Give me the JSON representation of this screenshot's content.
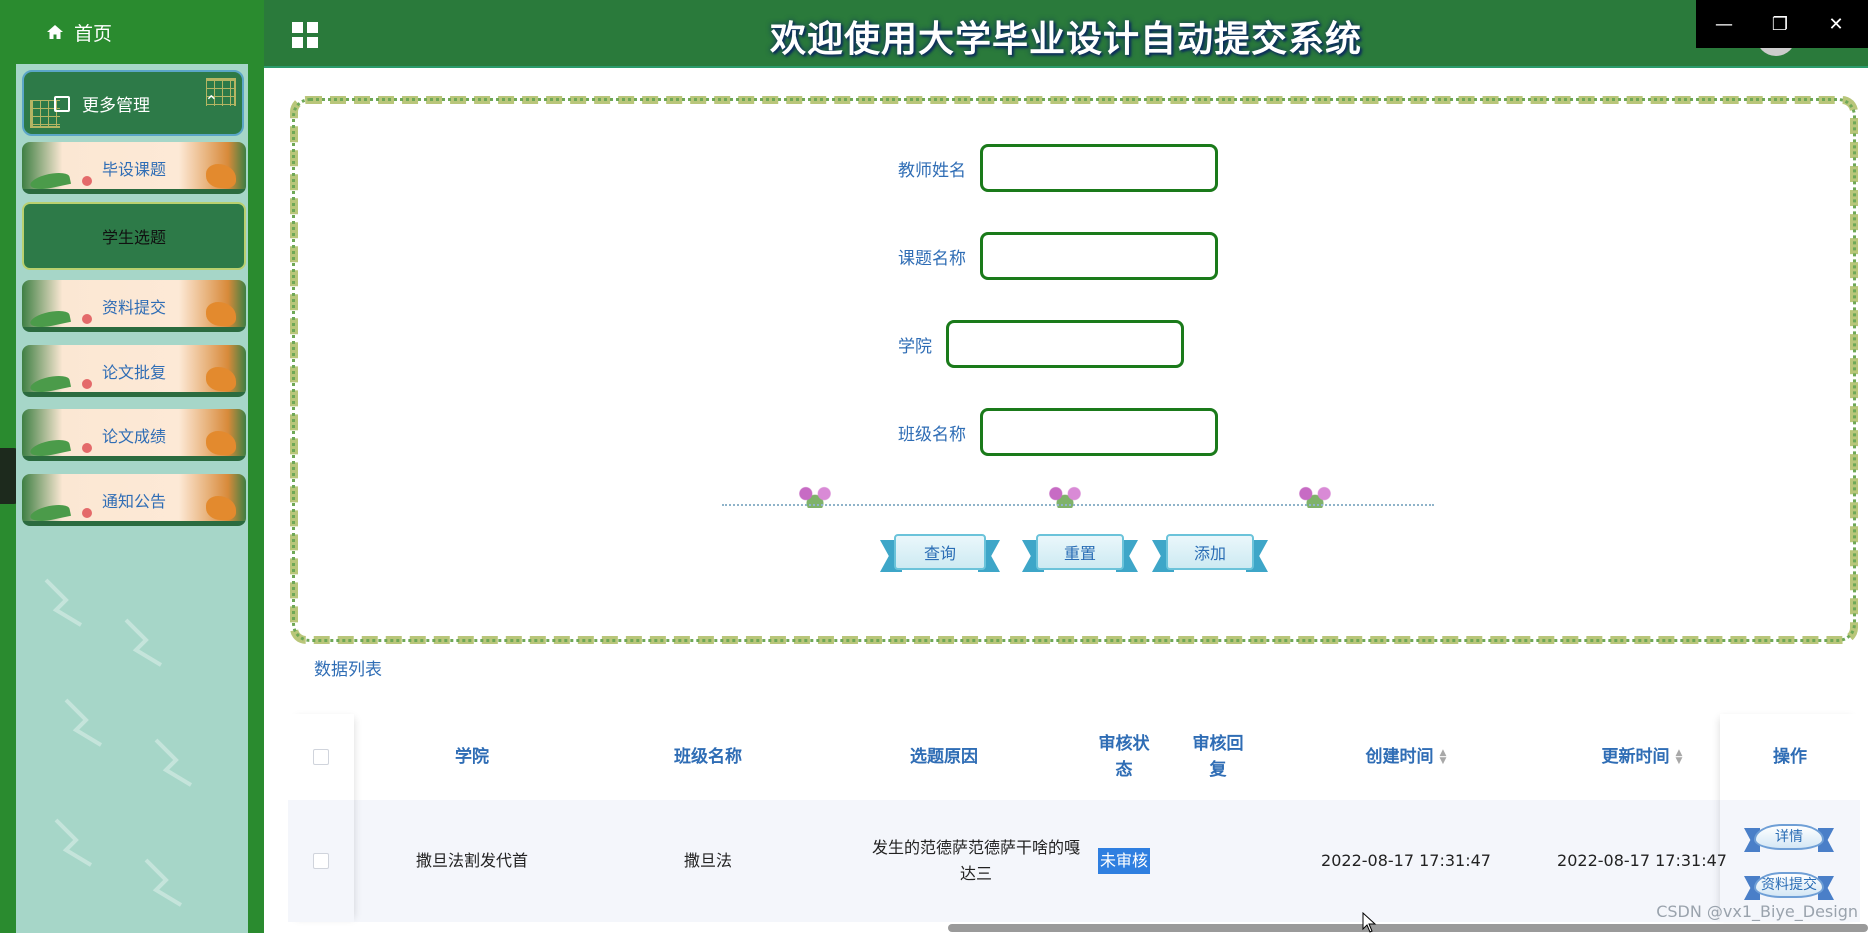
{
  "header": {
    "title": "欢迎使用大学毕业设计自动提交系统",
    "window_controls": [
      "—",
      "❐",
      "✕"
    ]
  },
  "sidebar": {
    "home_label": "首页",
    "group_label": "更多管理",
    "items": [
      {
        "label": "毕设课题",
        "active": false
      },
      {
        "label": "学生选题",
        "active": true
      },
      {
        "label": "资料提交",
        "active": false
      },
      {
        "label": "论文批复",
        "active": false
      },
      {
        "label": "论文成绩",
        "active": false
      },
      {
        "label": "通知公告",
        "active": false
      }
    ]
  },
  "search": {
    "teacher_name_label": "教师姓名",
    "teacher_name_value": "",
    "topic_name_label": "课题名称",
    "topic_name_value": "",
    "college_label": "学院",
    "college_value": "",
    "class_name_label": "班级名称",
    "class_name_value": "",
    "query_label": "查询",
    "reset_label": "重置",
    "add_label": "添加"
  },
  "list": {
    "title": "数据列表",
    "columns": {
      "college": "学院",
      "class_name": "班级名称",
      "reason": "选题原因",
      "review_status": "审核状态",
      "review_reply": "审核回复",
      "created": "创建时间",
      "updated": "更新时间",
      "ops": "操作"
    },
    "rows": [
      {
        "college": "撒旦法割发代首",
        "class_name": "撒旦法",
        "reason": "发生的范德萨范德萨干啥的嘎达三",
        "review_status": "未审核",
        "review_reply": "",
        "created": "2022-08-17 17:31:47",
        "updated": "2022-08-17 17:31:47",
        "detail_label": "详情",
        "submit_label": "资料提交"
      }
    ]
  },
  "watermark": "CSDN @vx1_Biye_Design",
  "colors": {
    "primary_green": "#2a7a3b",
    "label_blue": "#2f6db5",
    "badge_blue": "#2f7fe0",
    "sidebar_bg": "#a6d6c8"
  }
}
